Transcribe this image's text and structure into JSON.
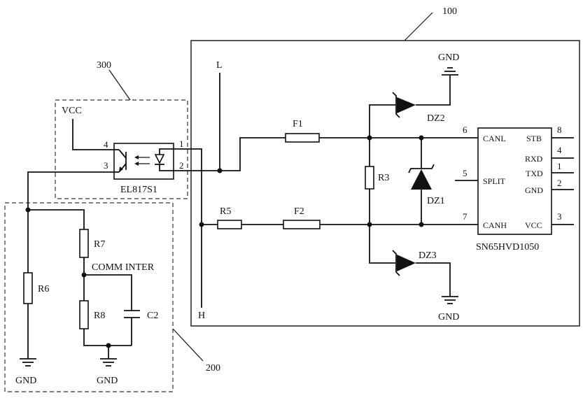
{
  "labels": {
    "ref_100": "100",
    "ref_200": "200",
    "ref_300": "300",
    "vcc": "VCC",
    "gnd_dz2": "GND",
    "gnd_dz3": "GND",
    "gnd_r6": "GND",
    "gnd_c2": "GND",
    "line_l": "L",
    "line_h": "H",
    "f1": "F1",
    "f2": "F2",
    "r3": "R3",
    "r5": "R5",
    "r6": "R6",
    "r7": "R7",
    "r8": "R8",
    "c2": "C2",
    "dz1": "DZ1",
    "dz2": "DZ2",
    "dz3": "DZ3",
    "comm_inter": "COMM INTER",
    "optocoupler": "EL817S1",
    "opto_pin1": "1",
    "opto_pin2": "2",
    "opto_pin3": "3",
    "opto_pin4": "4"
  },
  "transceiver": {
    "name": "SN65HVD1050",
    "left_pins": [
      {
        "label": "CANL",
        "number": "6"
      },
      {
        "label": "SPLIT",
        "number": "5"
      },
      {
        "label": "CANH",
        "number": "7"
      }
    ],
    "right_pins": [
      {
        "label": "STB",
        "number": "8"
      },
      {
        "label": "RXD",
        "number": "4"
      },
      {
        "label": "TXD",
        "number": "1"
      },
      {
        "label": "GND",
        "number": "2"
      },
      {
        "label": "VCC",
        "number": "3"
      }
    ]
  }
}
